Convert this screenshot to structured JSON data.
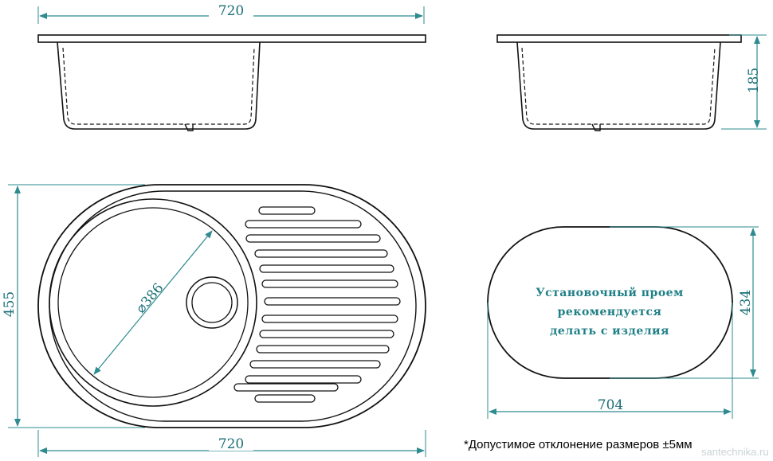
{
  "side_view_left": {
    "width_label": "720"
  },
  "side_view_right": {
    "height_label": "185"
  },
  "top_view": {
    "height_label": "455",
    "width_label": "720",
    "bowl_diameter_label": "⌀386"
  },
  "cutout": {
    "height_label": "434",
    "width_label": "704",
    "note_lines": [
      "Установочный проем",
      "рекомендуется",
      "делать с изделия"
    ]
  },
  "footnote": "*Допустимое отклонение размеров ±5мм",
  "watermark": "santechnika.ru",
  "colors": {
    "dimension": "#2e8b8f",
    "outline": "#111111"
  }
}
